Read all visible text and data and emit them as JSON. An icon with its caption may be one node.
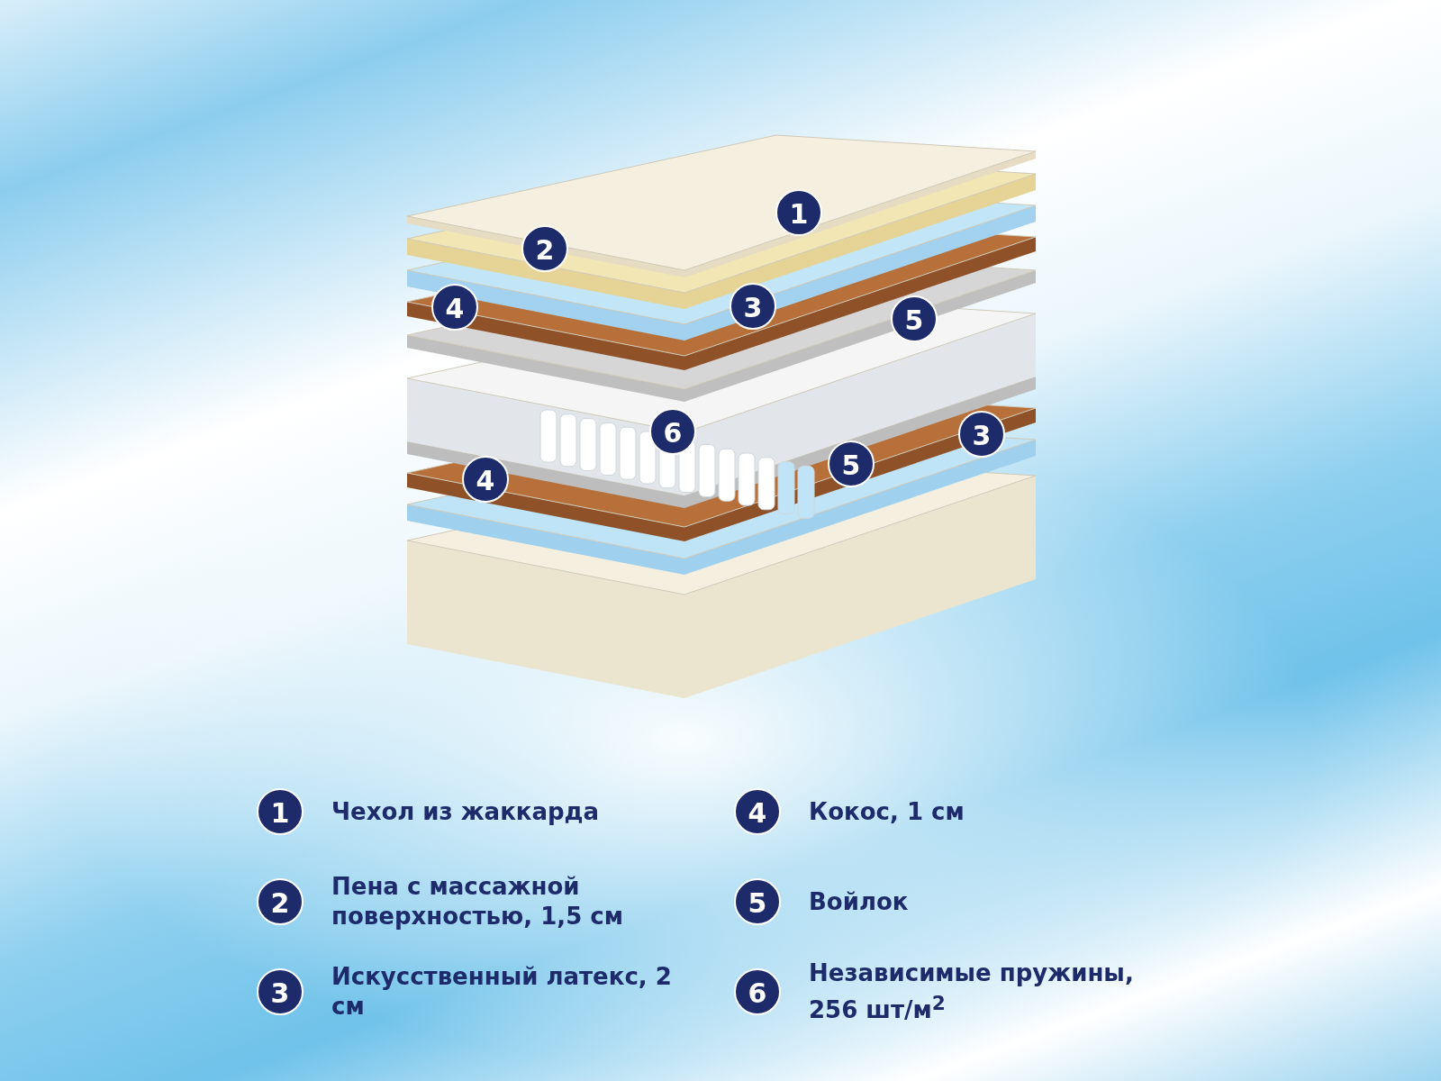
{
  "diagram": {
    "labels": [
      "1",
      "2",
      "4",
      "3",
      "5",
      "6",
      "3",
      "5",
      "4",
      "1",
      "Чехол из жаккарда",
      "4",
      "Кокос, 1 см",
      "2",
      "Пена с массажной поверхностью, 1,5 см",
      "5",
      "Войлок",
      "3",
      "Искусственный латекс, 2 см",
      "6",
      "Независимые пружины, 256 шт/м$^{2}$"
    ]
  }
}
